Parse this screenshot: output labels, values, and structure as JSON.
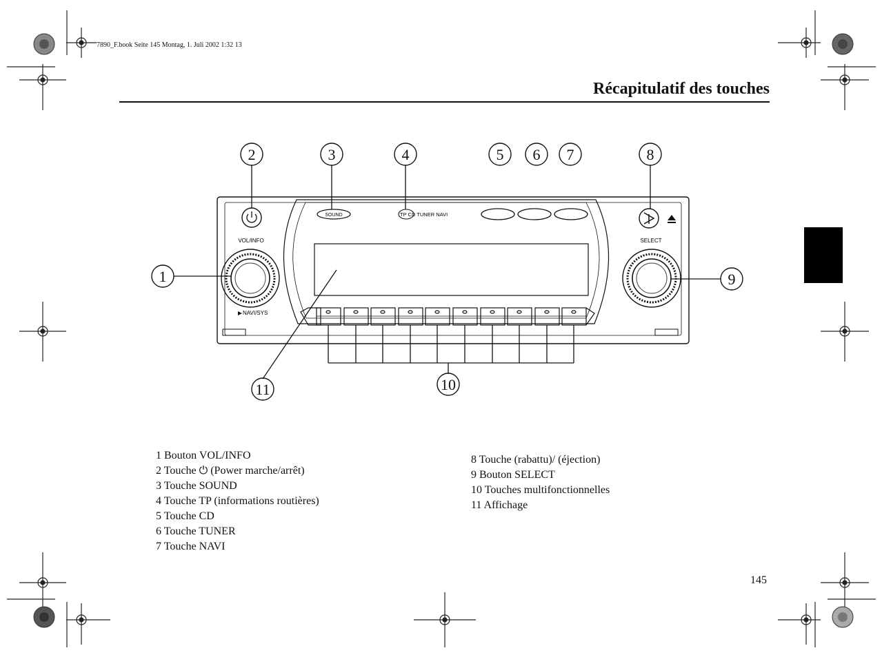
{
  "header": {
    "book_info": "7890_F.book  Seite 145  Montag, 1. Juli 2002  1:32 13",
    "title": "Récapitulatif des touches"
  },
  "diagram": {
    "callouts": [
      "1",
      "2",
      "3",
      "4",
      "5",
      "6",
      "7",
      "8",
      "9",
      "10",
      "11"
    ],
    "panel_labels": {
      "sound": "SOUND",
      "sources": "TP CD TUNER NAVI",
      "vol_info": "VOL/INFO",
      "select": "SELECT",
      "navi_sys": "NAVI/SYS"
    }
  },
  "legend": {
    "left": [
      "1 Bouton VOL/INFO",
      "2 Touche ⏻ (Power marche/arrêt)",
      "3 Touche SOUND",
      "4 Touche TP (informations routières)",
      "5 Touche CD",
      "6 Touche TUNER",
      "7 Touche NAVI"
    ],
    "right": [
      "8 Touche (rabattu)/ (éjection)",
      "9 Bouton SELECT",
      "10 Touches multifonctionnelles",
      "11 Affichage"
    ]
  },
  "footer": {
    "page_number": "145"
  }
}
